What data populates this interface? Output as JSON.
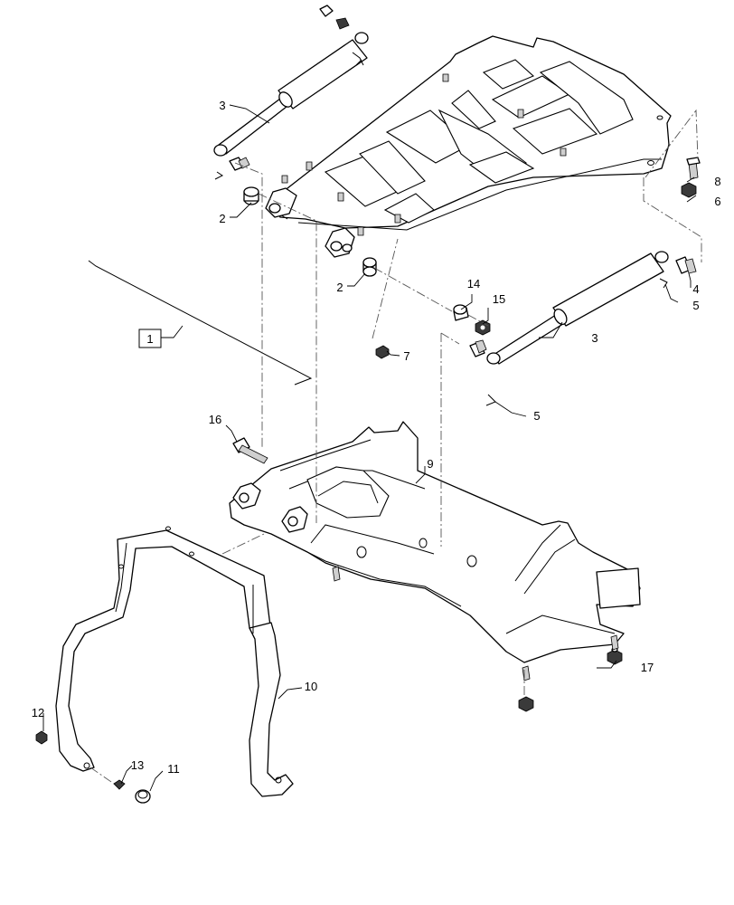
{
  "callouts": [
    "1",
    "2",
    "2",
    "3",
    "3",
    "4",
    "5",
    "5",
    "6",
    "7",
    "8",
    "9",
    "10",
    "11",
    "12",
    "13",
    "14",
    "15",
    "16",
    "17"
  ],
  "labels": {
    "c1": "1",
    "c2a": "2",
    "c2b": "2",
    "c3a": "3",
    "c3b": "3",
    "c4": "4",
    "c5a": "5",
    "c5b": "5",
    "c6": "6",
    "c7": "7",
    "c8": "8",
    "c9": "9",
    "c10": "10",
    "c11": "11",
    "c12": "12",
    "c13": "13",
    "c14": "14",
    "c15": "15",
    "c16": "16",
    "c17": "17"
  }
}
